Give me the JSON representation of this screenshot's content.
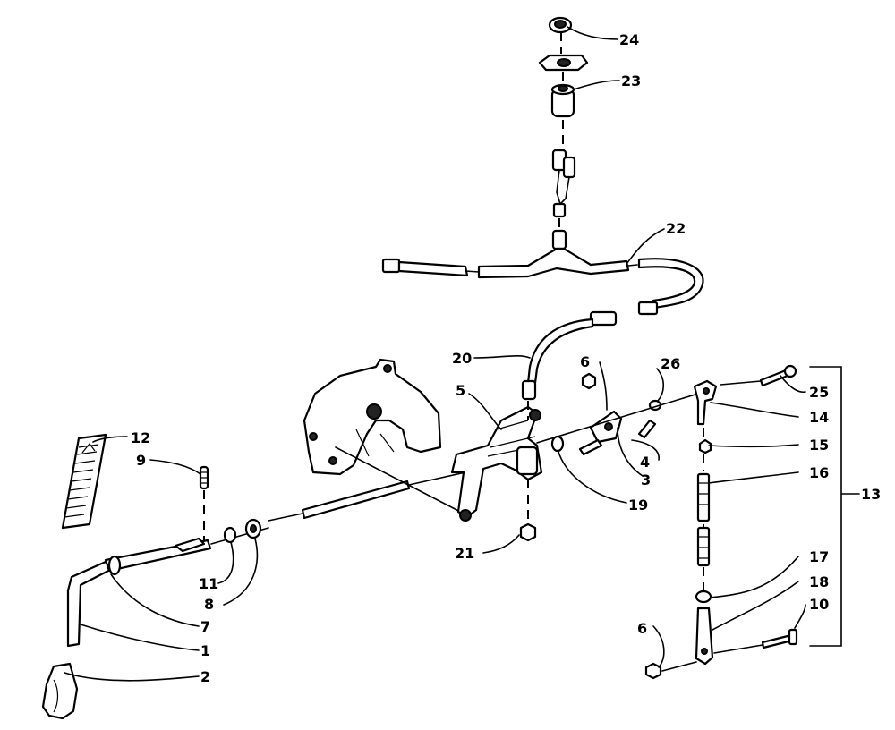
{
  "callouts": [
    {
      "id": "c24",
      "text": "24"
    },
    {
      "id": "c23",
      "text": "23"
    },
    {
      "id": "c22",
      "text": "22"
    },
    {
      "id": "c20",
      "text": "20"
    },
    {
      "id": "c5",
      "text": "5"
    },
    {
      "id": "c6a",
      "text": "6"
    },
    {
      "id": "c26",
      "text": "26"
    },
    {
      "id": "c25",
      "text": "25"
    },
    {
      "id": "c14",
      "text": "14"
    },
    {
      "id": "c15",
      "text": "15"
    },
    {
      "id": "c16",
      "text": "16"
    },
    {
      "id": "c13",
      "text": "13"
    },
    {
      "id": "c4",
      "text": "4"
    },
    {
      "id": "c3",
      "text": "3"
    },
    {
      "id": "c19",
      "text": "19"
    },
    {
      "id": "c21",
      "text": "21"
    },
    {
      "id": "c12",
      "text": "12"
    },
    {
      "id": "c9",
      "text": "9"
    },
    {
      "id": "c11",
      "text": "11"
    },
    {
      "id": "c8",
      "text": "8"
    },
    {
      "id": "c7",
      "text": "7"
    },
    {
      "id": "c1",
      "text": "1"
    },
    {
      "id": "c2",
      "text": "2"
    },
    {
      "id": "c17",
      "text": "17"
    },
    {
      "id": "c18",
      "text": "18"
    },
    {
      "id": "c10",
      "text": "10"
    },
    {
      "id": "c6b",
      "text": "6"
    }
  ]
}
